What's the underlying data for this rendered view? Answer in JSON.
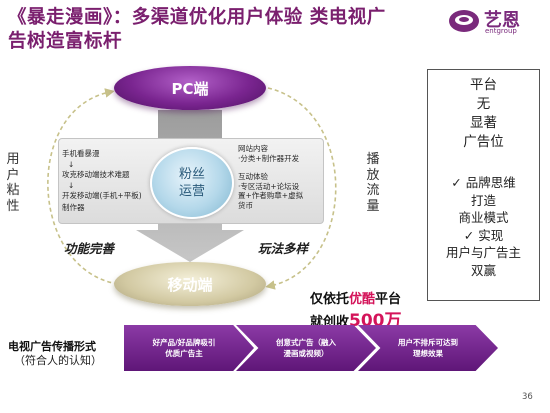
{
  "slide": {
    "title_line1": "《暴走漫画》：多渠道优化用户体验  类电视广",
    "title_line2": "告树造富标杆",
    "page_number": "36"
  },
  "logo": {
    "text": "艺恩",
    "sub": "entgroup",
    "color": "#7a2a7c"
  },
  "diagram": {
    "pc_label": "PC端",
    "mobile_label": "移动端",
    "center_line1": "粉丝",
    "center_line2": "运营",
    "left_side": "用户粘性",
    "right_side": "播放流量",
    "caption_left": "功能完善",
    "caption_right": "玩法多样",
    "left_items": [
      "手机看暴漫",
      "攻克移动端技术难题",
      "开发移动端(手机+平板)",
      "制作器"
    ],
    "right_items": [
      "网站内容",
      "·分类+制作器开发",
      "互动体验",
      "·专区活动+论坛设",
      "置+作者购章+虚拟",
      "货币"
    ]
  },
  "right_box": {
    "lines_top": [
      "平台",
      "无",
      "显著",
      "广告位"
    ],
    "lines_bottom": [
      "品牌思维",
      "打造",
      "商业模式",
      "实现",
      "用户与广告主",
      "双赢"
    ]
  },
  "promo": {
    "line1_prefix": "仅依托",
    "line1_highlight": "优酷",
    "line1_suffix": "平台",
    "line2_prefix": "就创收",
    "line2_highlight": "500万"
  },
  "propagation": {
    "label": "电视广告传播形式",
    "sub": "（符合人的认知）",
    "steps": [
      [
        "好产品/好品牌吸引",
        "优质广告主"
      ],
      [
        "创意式广告（融入",
        "漫画或视频）"
      ],
      [
        "用户不排斥可达到",
        "理想效果"
      ]
    ]
  },
  "colors": {
    "accent": "#7a2590",
    "highlight": "#d4145a",
    "mobile": "#d2c9a2"
  }
}
